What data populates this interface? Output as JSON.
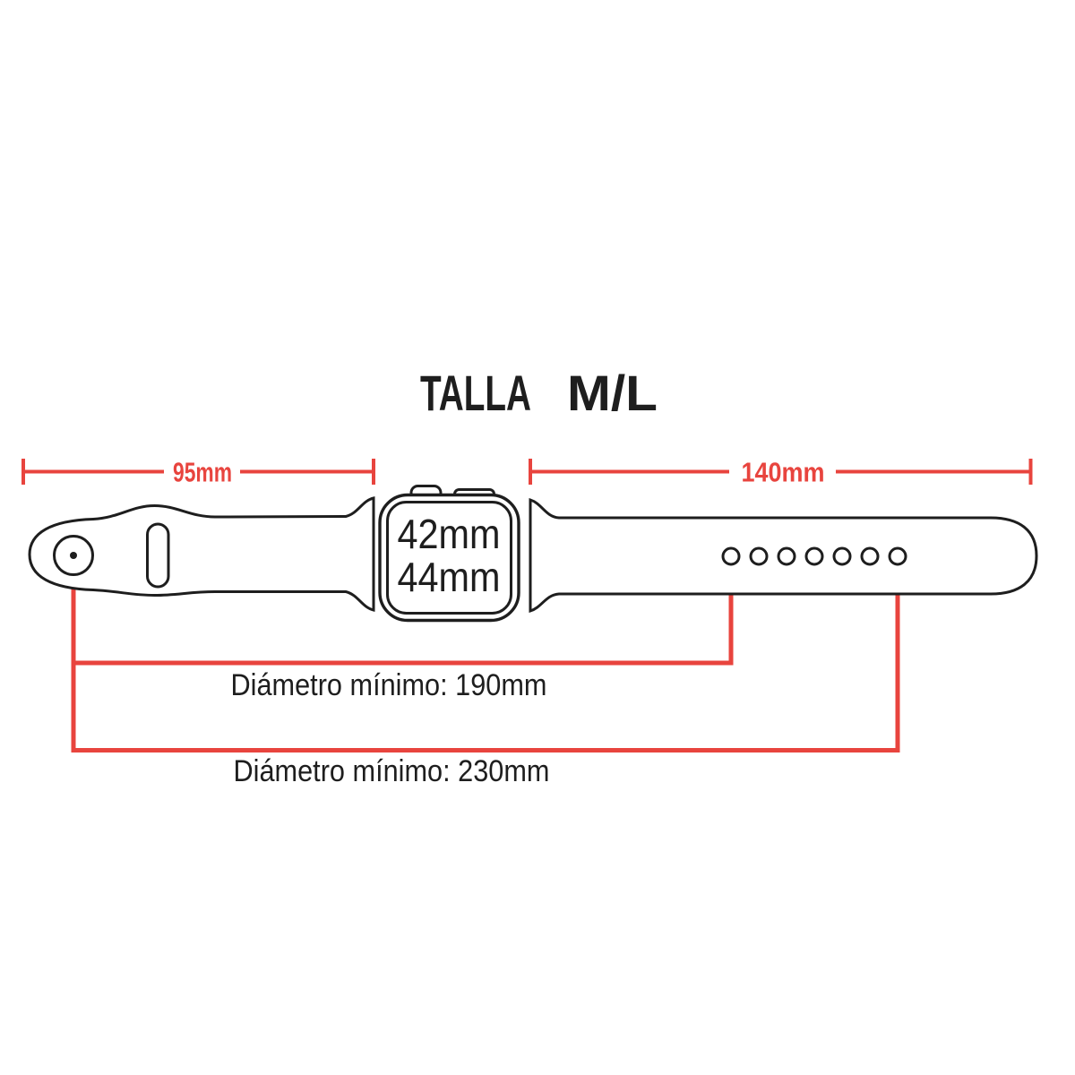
{
  "title": {
    "left": "TALLA",
    "right": "M/L"
  },
  "dimension_lines": {
    "left": {
      "label": "95mm"
    },
    "right": {
      "label": "140mm"
    }
  },
  "watch_face": {
    "line1": "42mm",
    "line2": "44mm"
  },
  "callouts": {
    "first": {
      "label": "Diámetro mínimo: 190mm"
    },
    "second": {
      "label": "Diámetro mínimo: 230mm"
    }
  },
  "band": {
    "holes_count": 7
  },
  "colors": {
    "accent_red": "#e8443e",
    "outline": "#1e1e1e",
    "background": "#ffffff"
  }
}
